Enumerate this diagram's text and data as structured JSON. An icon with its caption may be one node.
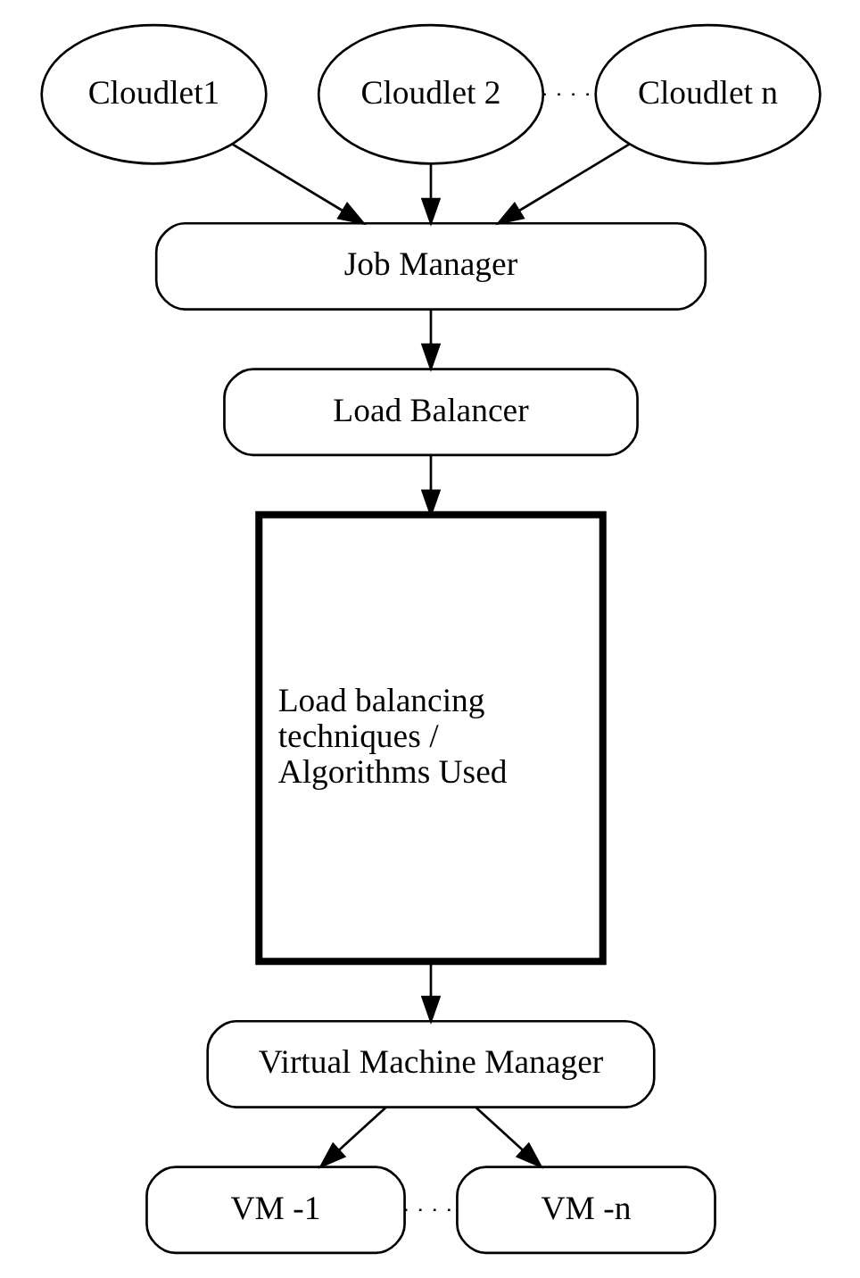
{
  "diagram": {
    "nodes": [
      {
        "text": [
          "Cloudlet1"
        ]
      },
      {
        "text": [
          "Cloudlet 2"
        ]
      },
      {
        "text": [
          "Cloudlet n"
        ]
      },
      {
        "text": [
          "Job Manager"
        ]
      },
      {
        "text": [
          "Load Balancer"
        ]
      },
      {
        "text": [
          "Load balancing techniques / Algorithms Used"
        ]
      },
      {
        "text": [
          "Virtual Machine Manager"
        ]
      },
      {
        "text": [
          "VM -1"
        ]
      },
      {
        "text": [
          "VM -n"
        ]
      }
    ],
    "edges": [
      {
        "from": 0,
        "to": 3,
        "arrow": "to"
      },
      {
        "from": 1,
        "to": 3,
        "arrow": "to"
      },
      {
        "from": 2,
        "to": 3,
        "arrow": "to"
      },
      {
        "from": 1,
        "to": 2,
        "arrow": "none",
        "style": "dashed"
      },
      {
        "from": 3,
        "to": 4,
        "arrow": "to"
      },
      {
        "from": 4,
        "to": 5,
        "arrow": "to"
      },
      {
        "from": 5,
        "to": 6,
        "arrow": "to"
      },
      {
        "from": 6,
        "to": 7,
        "arrow": "to"
      },
      {
        "from": 6,
        "to": 8,
        "arrow": "to"
      },
      {
        "from": 7,
        "to": 8,
        "arrow": "none",
        "style": "dashed"
      }
    ]
  }
}
